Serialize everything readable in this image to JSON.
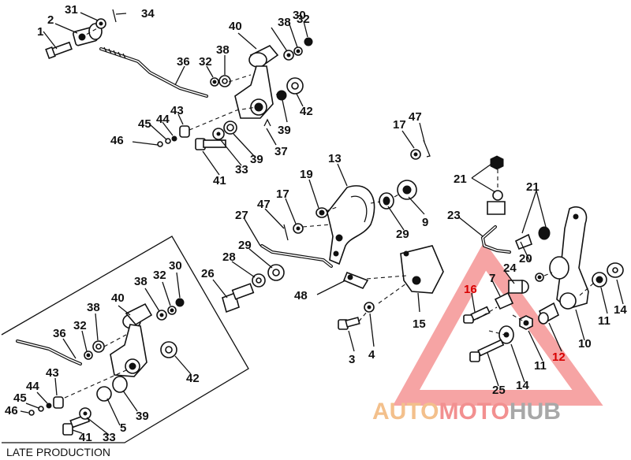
{
  "diagram": {
    "labels": {
      "p1": "1",
      "p2": "2",
      "p31": "31",
      "p34": "34",
      "p40": "40",
      "p38a": "38",
      "p32a": "32",
      "p30a": "30",
      "p36a": "36",
      "p32b": "32",
      "p38b": "38",
      "p43a": "43",
      "p45a": "45",
      "p44a": "44",
      "p46a": "46",
      "p42a": "42",
      "p39a": "39",
      "p37": "37",
      "p41a": "41",
      "p33a": "33",
      "p39b": "39",
      "p17a": "17",
      "p47a": "47",
      "p13": "13",
      "p19": "19",
      "p17b": "17",
      "p47b": "47",
      "p27": "27",
      "p29a": "29",
      "p9": "9",
      "p29b": "29",
      "p28": "28",
      "p26": "26",
      "p48": "48",
      "p21a": "21",
      "p21b": "21",
      "p23": "23",
      "p20": "20",
      "p24": "24",
      "p7": "7",
      "p16": "16",
      "p15": "15",
      "p3": "3",
      "p4": "4",
      "p10": "10",
      "p11a": "11",
      "p14a": "14",
      "p11b": "11",
      "p14b": "14",
      "p25": "25",
      "p12": "12",
      "i40": "40",
      "i38a": "38",
      "i32a": "32",
      "i30": "30",
      "i38b": "38",
      "i36": "36",
      "i32b": "32",
      "i42": "42",
      "i43": "43",
      "i44": "44",
      "i45": "45",
      "i46": "46",
      "i39": "39",
      "i5": "5",
      "i33": "33",
      "i41": "41"
    },
    "inset_caption": "LATE PRODUCTION"
  },
  "watermark": {
    "part1": "AUTO",
    "part2": "MOTO",
    "part3": "HUB",
    "colors": {
      "auto": "#f3c08c",
      "moto": "#f29090",
      "hub": "#a8a8a8",
      "triangle": "#ee5a5a"
    }
  }
}
